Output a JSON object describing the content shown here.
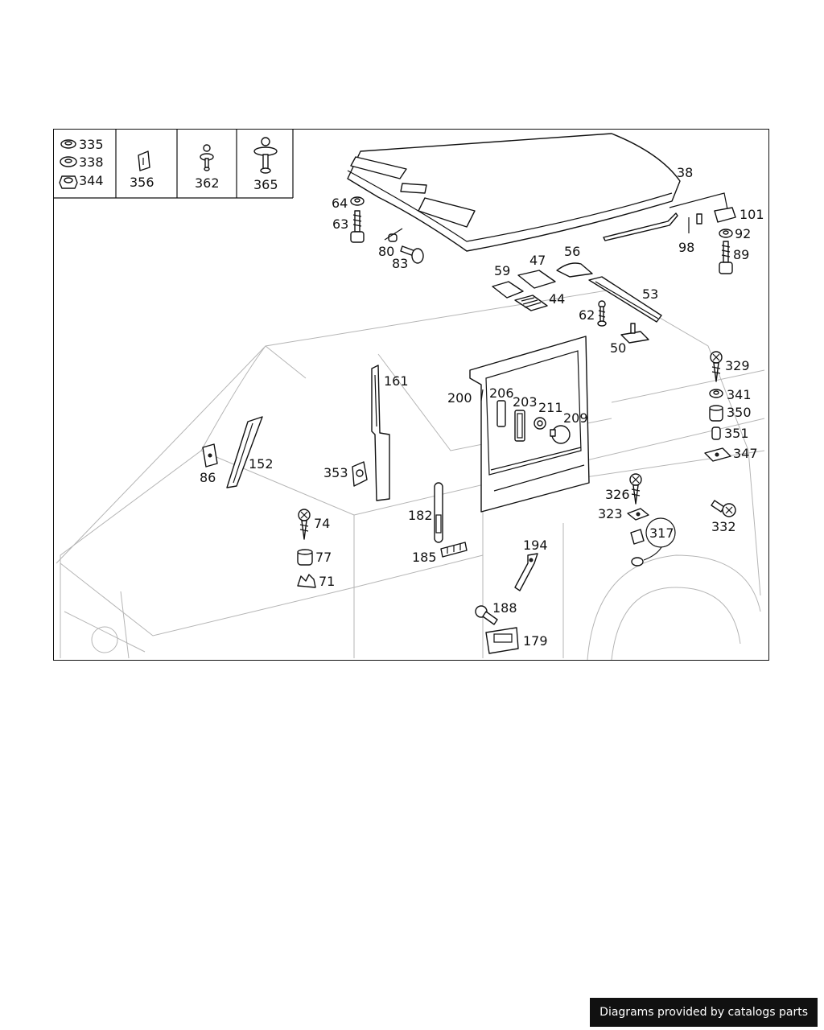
{
  "legend": {
    "fasteners": [
      "335",
      "338",
      "344"
    ],
    "items": [
      "356",
      "362",
      "365"
    ]
  },
  "callouts": {
    "c38": "38",
    "c101": "101",
    "c92": "92",
    "c89": "89",
    "c98": "98",
    "c64": "64",
    "c63": "63",
    "c80": "80",
    "c83": "83",
    "c59": "59",
    "c47": "47",
    "c56": "56",
    "c44": "44",
    "c53": "53",
    "c62": "62",
    "c50": "50",
    "c329": "329",
    "c341": "341",
    "c350": "350",
    "c351": "351",
    "c347": "347",
    "c161": "161",
    "c200": "200",
    "c206": "206",
    "c203": "203",
    "c211": "211",
    "c209": "209",
    "c152": "152",
    "c86": "86",
    "c353": "353",
    "c74": "74",
    "c77": "77",
    "c71": "71",
    "c182": "182",
    "c185": "185",
    "c194": "194",
    "c326": "326",
    "c323": "323",
    "c317": "317",
    "c332": "332",
    "c188": "188",
    "c179": "179"
  },
  "footer": {
    "credit": "Diagrams provided by catalogs parts"
  }
}
